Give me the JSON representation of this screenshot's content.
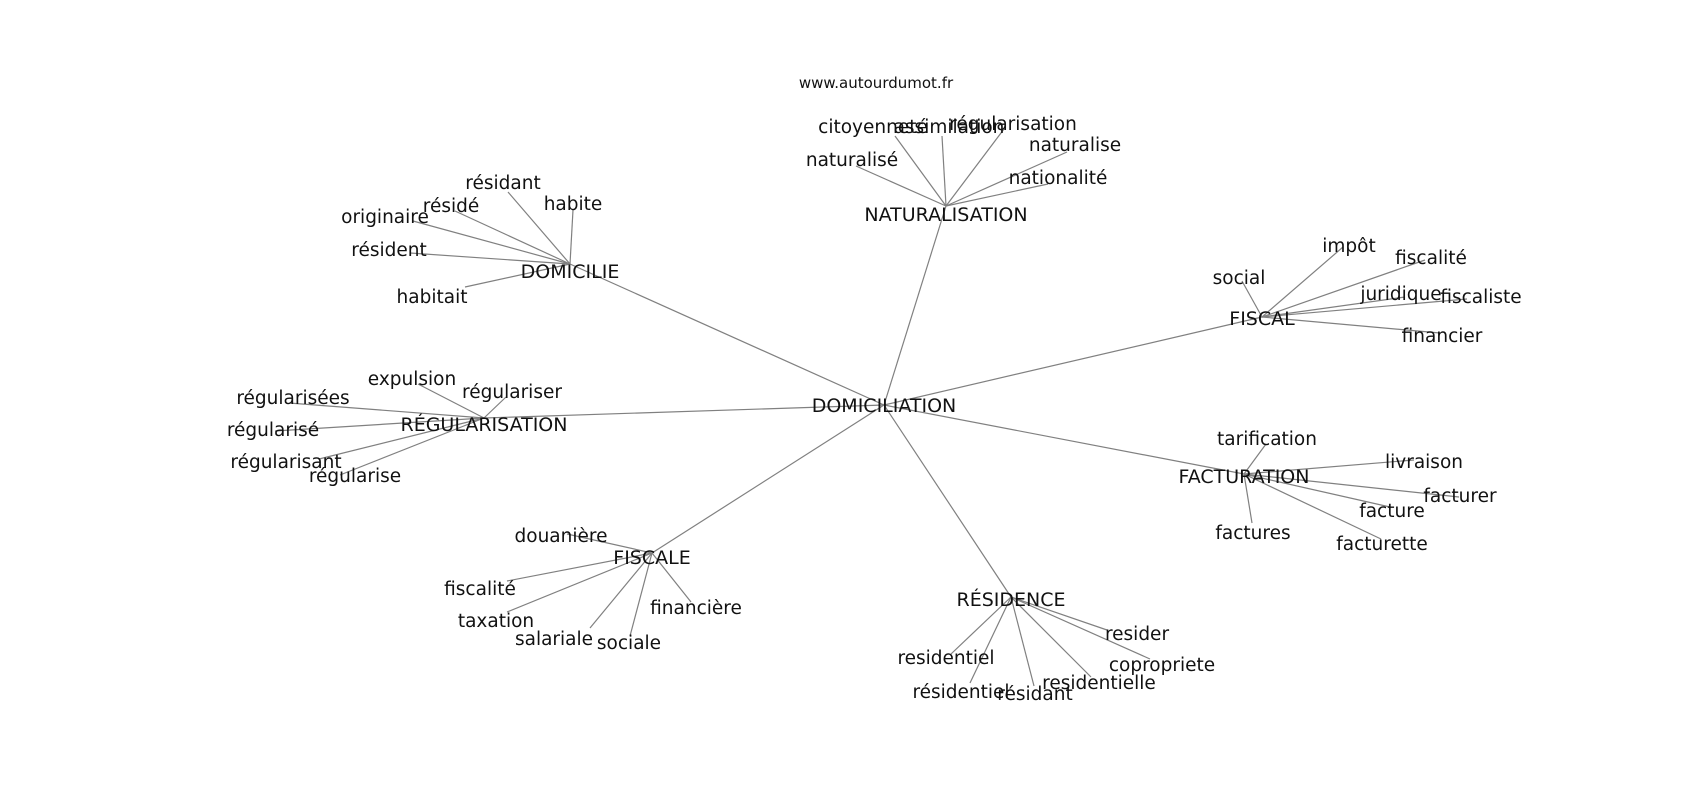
{
  "source_url": "www.autourdumot.fr",
  "colors": {
    "edge": "#808080",
    "text": "#111111",
    "background": "#ffffff"
  },
  "root": "DOMICILIATION",
  "clusters": [
    {
      "id": "naturalisation",
      "label": "NATURALISATION",
      "leaves": [
        "citoyenneté",
        "assimilation",
        "régularisation",
        "naturalise",
        "naturalisé",
        "nationalité"
      ]
    },
    {
      "id": "domicilie",
      "label": "DOMICILIE",
      "leaves": [
        "résidant",
        "résidé",
        "habite",
        "originaire",
        "résident",
        "habitait"
      ]
    },
    {
      "id": "fiscal",
      "label": "FISCAL",
      "leaves": [
        "impôt",
        "fiscalité",
        "social",
        "juridique",
        "fiscaliste",
        "financier"
      ]
    },
    {
      "id": "regularisation",
      "label": "RÉGULARISATION",
      "leaves": [
        "expulsion",
        "régulariser",
        "régularisées",
        "régularisé",
        "régularisant",
        "régularise"
      ]
    },
    {
      "id": "facturation",
      "label": "FACTURATION",
      "leaves": [
        "tarification",
        "livraison",
        "facturer",
        "facture",
        "factures",
        "facturette"
      ]
    },
    {
      "id": "fiscale",
      "label": "FISCALE",
      "leaves": [
        "douanière",
        "fiscalité",
        "taxation",
        "salariale",
        "sociale",
        "financière"
      ]
    },
    {
      "id": "residence",
      "label": "RÉSIDENCE",
      "leaves": [
        "resider",
        "copropriete",
        "residentiel",
        "résidentiel",
        "résidant",
        "residentielle"
      ]
    }
  ]
}
